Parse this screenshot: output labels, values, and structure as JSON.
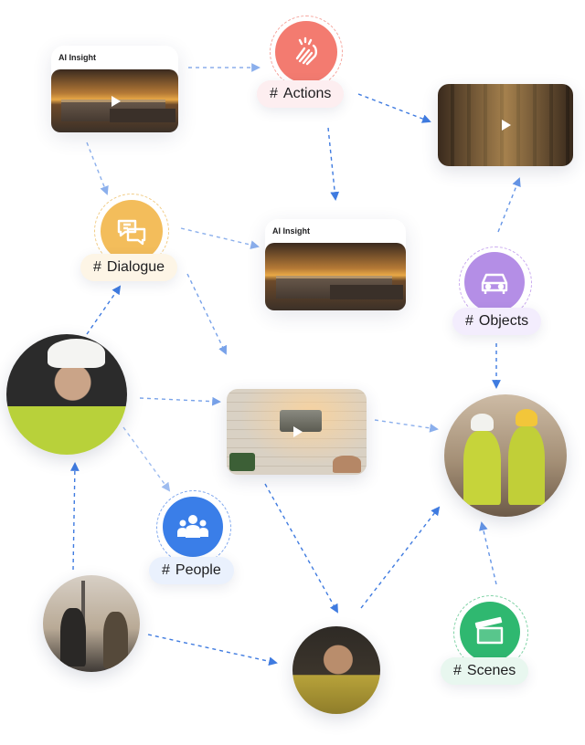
{
  "insight_cards": [
    {
      "title": "AI Insight",
      "media": "industrial-building-sunset-video"
    },
    {
      "title": "AI Insight",
      "media": "industrial-building-sunset-video"
    }
  ],
  "tags": {
    "actions": {
      "hash": "#",
      "label": "Actions"
    },
    "dialogue": {
      "hash": "#",
      "label": "Dialogue"
    },
    "objects": {
      "hash": "#",
      "label": "Objects"
    },
    "people": {
      "hash": "#",
      "label": "People"
    },
    "scenes": {
      "hash": "#",
      "label": "Scenes"
    }
  },
  "icons": {
    "actions": "clapping-hands-icon",
    "dialogue": "chat-bubbles-icon",
    "objects": "car-icon",
    "people": "people-group-icon",
    "scenes": "clapperboard-icon",
    "play": "play-icon"
  },
  "colors": {
    "connector": "#3f7be0",
    "actions": "#f37b70",
    "dialogue": "#f3bd5b",
    "objects": "#b48ee6",
    "people": "#3a7ee8",
    "scenes": "#2fb870"
  }
}
